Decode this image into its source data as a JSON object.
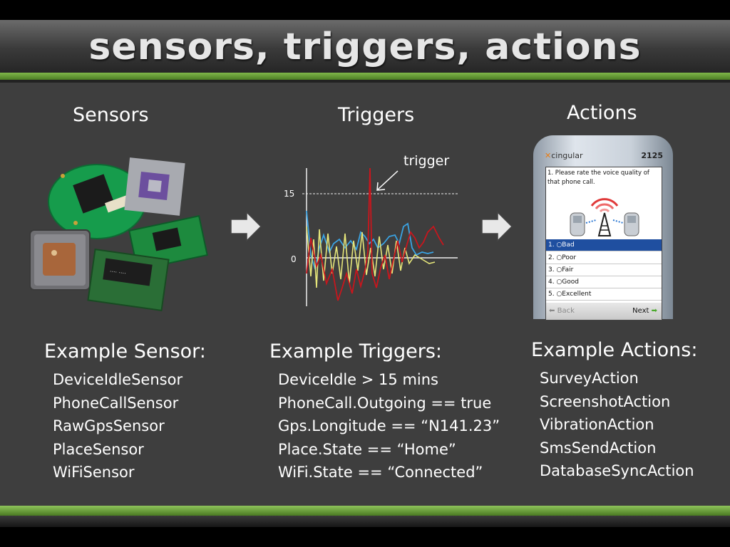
{
  "slide": {
    "title": "sensors, triggers, actions"
  },
  "columns": {
    "sensors": "Sensors",
    "triggers": "Triggers",
    "actions": "Actions"
  },
  "trigger_chart": {
    "annotation": "trigger",
    "tick_15": "15",
    "tick_0": "0"
  },
  "phone": {
    "brand": "cingular",
    "model": "2125",
    "question": "1. Please rate the voice quality of that phone call.",
    "options": [
      "1. ○Bad",
      "2. ○Poor",
      "3. ○Fair",
      "4. ○Good",
      "5. ○Excellent"
    ],
    "back_label": "Back",
    "next_label": "Next"
  },
  "example_sensor": {
    "title": "Example Sensor:",
    "items": [
      "DeviceIdleSensor",
      "PhoneCallSensor",
      "RawGpsSensor",
      "PlaceSensor",
      "WiFiSensor"
    ]
  },
  "example_triggers": {
    "title": "Example Triggers:",
    "items": [
      "DeviceIdle > 15 mins",
      "PhoneCall.Outgoing == true",
      "Gps.Longitude == “N141.23”",
      "Place.State == “Home”",
      "WiFi.State == “Connected”"
    ]
  },
  "example_actions": {
    "title": "Example Actions:",
    "items": [
      "SurveyAction",
      "ScreenshotAction",
      "VibrationAction",
      "SmsSendAction",
      "DatabaseSyncAction"
    ]
  },
  "colors": {
    "accent_green": "#6fa63a",
    "series_red": "#c8161d",
    "series_blue": "#3aa3e3",
    "series_yellow": "#e6e67a"
  }
}
